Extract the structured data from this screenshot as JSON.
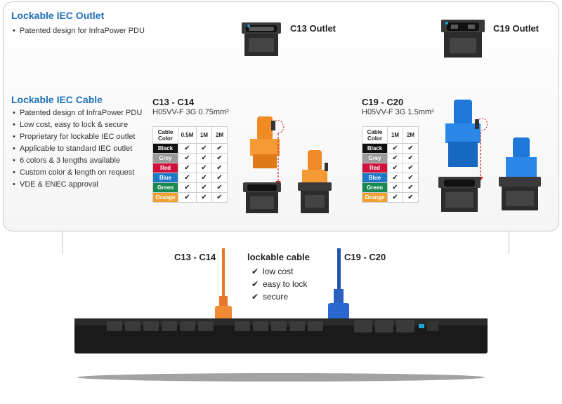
{
  "outlet": {
    "title": "Lockable IEC Outlet",
    "bullets": [
      "Patented design for InfraPower PDU"
    ],
    "c13_label": "C13 Outlet",
    "c19_label": "C19 Outlet"
  },
  "cable": {
    "title": "Lockable IEC Cable",
    "bullets": [
      "Patented design of InfraPower PDU",
      "Low cost, easy to lock & secure",
      "Proprietary for lockable IEC outlet",
      "Applicable to  standard IEC outlet",
      "6 colors & 3 lengths available",
      "Custom color & length on request",
      "VDE & ENEC approval"
    ]
  },
  "c13c14": {
    "title": "C13 - C14",
    "spec": "H05VV-F 3G 0.75mm²",
    "table": {
      "headers": [
        "Cable Color",
        "0.5M",
        "1M",
        "2M"
      ],
      "rows": [
        {
          "name": "Black",
          "color": "#111111",
          "marks": [
            "✔",
            "✔",
            "✔"
          ]
        },
        {
          "name": "Grey",
          "color": "#9a9a9a",
          "marks": [
            "✔",
            "✔",
            "✔"
          ]
        },
        {
          "name": "Red",
          "color": "#d0103a",
          "marks": [
            "✔",
            "✔",
            "✔"
          ]
        },
        {
          "name": "Blue",
          "color": "#1e78c8",
          "marks": [
            "✔",
            "✔",
            "✔"
          ]
        },
        {
          "name": "Green",
          "color": "#178a50",
          "marks": [
            "✔",
            "✔",
            "✔"
          ]
        },
        {
          "name": "Orange",
          "color": "#f0a030",
          "marks": [
            "✔",
            "✔",
            "✔"
          ]
        }
      ]
    }
  },
  "c19c20": {
    "title": "C19 - C20",
    "spec": "H05VV-F 3G 1.5mm²",
    "table": {
      "headers": [
        "Cable Color",
        "1M",
        "2M"
      ],
      "rows": [
        {
          "name": "Black",
          "color": "#111111",
          "marks": [
            "✔",
            "✔"
          ]
        },
        {
          "name": "Grey",
          "color": "#9a9a9a",
          "marks": [
            "✔",
            "✔"
          ]
        },
        {
          "name": "Red",
          "color": "#d0103a",
          "marks": [
            "✔",
            "✔"
          ]
        },
        {
          "name": "Blue",
          "color": "#1e78c8",
          "marks": [
            "✔",
            "✔"
          ]
        },
        {
          "name": "Green",
          "color": "#178a50",
          "marks": [
            "✔",
            "✔"
          ]
        },
        {
          "name": "Orange",
          "color": "#f0a030",
          "marks": [
            "✔",
            "✔"
          ]
        }
      ]
    }
  },
  "pdu": {
    "label_left": "C13 - C14",
    "label_right": "C19 - C20",
    "heading": "lockable cable",
    "features": [
      {
        "check": "✔",
        "text": "low cost"
      },
      {
        "check": "✔",
        "text": "easy to lock"
      },
      {
        "check": "✔",
        "text": "secure"
      }
    ],
    "colors": {
      "orange_cable": "#e8772a",
      "blue_cable": "#2255b0",
      "pdu_body": "#1a1a1a"
    }
  }
}
